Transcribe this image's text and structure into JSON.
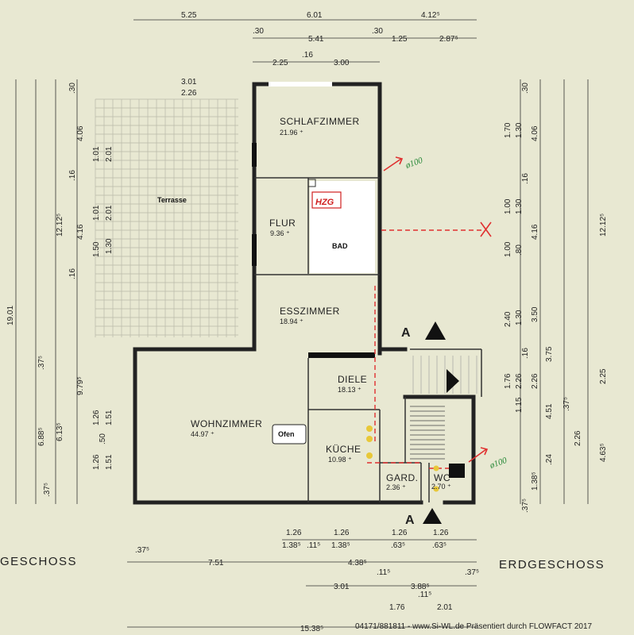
{
  "rooms": {
    "schlafzimmer": {
      "name": "SCHLAFZIMMER",
      "area": "21.96 ⁺"
    },
    "flur": {
      "name": "FLUR",
      "area": "9.36 ⁺"
    },
    "bad": {
      "name": "BAD"
    },
    "hzg": {
      "name": "HZG"
    },
    "esszimmer": {
      "name": "ESSZIMMER",
      "area": "18.94 ⁺"
    },
    "diele": {
      "name": "DIELE",
      "area": "18.13 ⁺"
    },
    "wohnzimmer": {
      "name": "WOHNZIMMER",
      "area": "44.97 ⁺"
    },
    "kueche": {
      "name": "KÜCHE",
      "area": "10.98 ⁺"
    },
    "gard": {
      "name": "GARD.",
      "area": "2.36 ⁺"
    },
    "wc": {
      "name": "WC",
      "area": "2.70 ⁺"
    },
    "terrasse": {
      "name": "Terrasse"
    },
    "ofen": {
      "name": "Ofen"
    }
  },
  "labels": {
    "floor_left": "GESCHOSS",
    "floor_right": "ERDGESCHOSS",
    "section_a1": "A",
    "section_a2": "A",
    "pipe_top": "ø100",
    "pipe_bottom": "ø100"
  },
  "dimensions": {
    "top1": "5.25",
    "top2": "6.01",
    "top3": "4.12⁵",
    "top4": ".30",
    "top5": ".30",
    "top6": "5.41",
    "top7": "1.25",
    "top8": "2.87⁵",
    "top9": "2.25",
    "top10": ".16",
    "top11": "3.00",
    "top12": "3.01",
    "top13": "2.26",
    "left1": ".30",
    "left2": "4.06",
    "left3": "1.01",
    "left4": "2.01",
    "left5": ".16",
    "left6": "1.01",
    "left7": "2.01",
    "left8": "4.16",
    "left9": "12.12⁵",
    "left10": "1.50",
    "left11": "1.30",
    "left12": ".16",
    "left13": "19.01",
    "left14": ".37⁵",
    "left15": "9.79⁵",
    "left16": "6.88⁵",
    "left17": "6.13⁵",
    "left18": "1.26",
    "left19": "1.51",
    "left20": "1.26",
    "left21": "1.51",
    "left22": ".50",
    "left23": ".37⁵",
    "right1": ".30",
    "right2": "1.70",
    "right3": "1.30",
    "right4": "4.06",
    "right5": ".16",
    "right6": "1.00",
    "right7": "1.30",
    "right8": "4.16",
    "right9": "12.12⁵",
    "right10": "1.00",
    "right11": ".80",
    "right12": "2.40",
    "right13": "1.30",
    "right14": "3.50",
    "right15": ".16",
    "right16": "3.75",
    "right17": "1.76",
    "right18": "2.26",
    "right19": "2.26",
    "right20": "2.25",
    "right21": "1.15",
    "right22": "4.51",
    "right23": ".37⁵",
    "right24": "1.38⁵",
    "right25": ".24",
    "right26": "2.26",
    "right27": "4.63⁵",
    "right28": ".37⁵",
    "bot1": "1.26",
    "bot2": "1.26",
    "bot3": "1.26",
    "bot4": "1.26",
    "bot5": "1.38⁵",
    "bot6": ".11⁵",
    "bot7": "1.38⁵",
    "bot8": ".63⁵",
    "bot9": ".63⁵",
    "bot10": ".37⁵",
    "bot11": "7.51",
    "bot12": "4.38⁵",
    "bot13": ".37⁵",
    "bot14": ".11⁵",
    "bot15": "3.01",
    "bot16": "3.88⁵",
    "bot17": ".11⁵",
    "bot18": "1.76",
    "bot19": "2.01",
    "bot20": "15.38⁵"
  },
  "footer": {
    "credit": "04171/881811 - www.Si-WL.de Präsentiert durch FLOWFACT 2017"
  },
  "colors": {
    "paper": "#e8e8d2",
    "wall": "#222222",
    "annotation_red": "#e03030",
    "annotation_green": "#2a8a3a"
  }
}
